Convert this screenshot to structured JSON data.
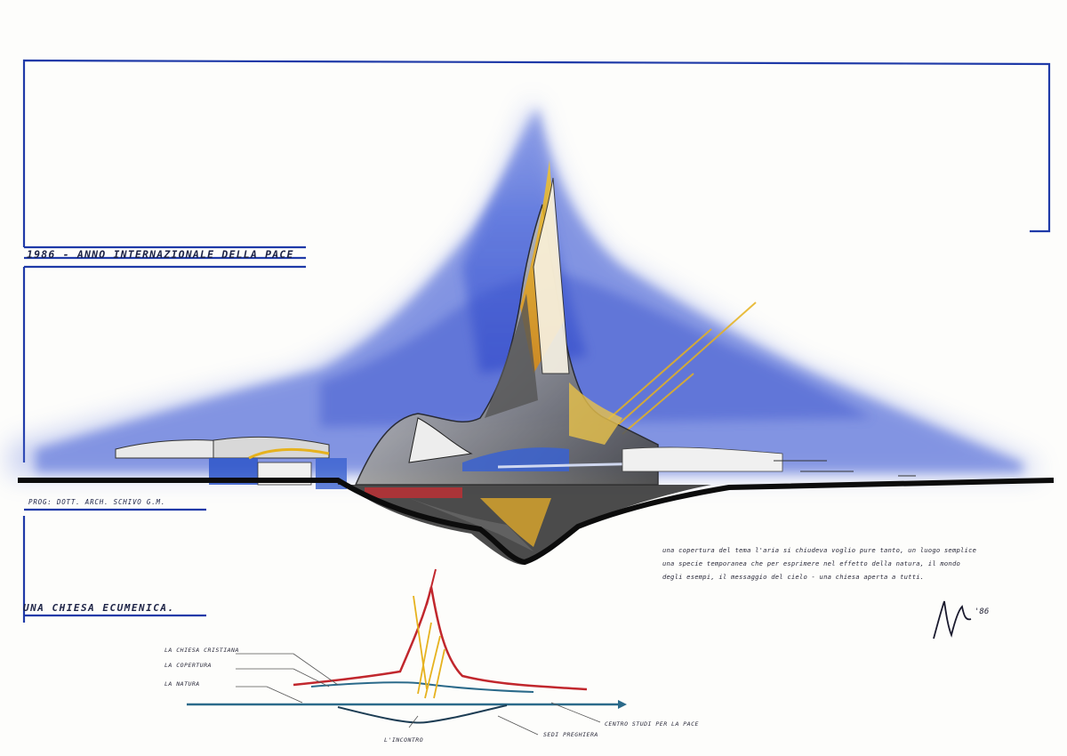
{
  "sheet": {
    "title": "1986 - ANNO INTERNAZIONALE DELLA PACE",
    "credit": "PROG: DOTT. ARCH. SCHIVO G.M.",
    "subtitle": "UNA CHIESA ECUMENICA.",
    "note_lines": [
      "una copertura del tema l'aria si chiudeva voglio pure tanto, un luogo semplice",
      "una specie temporanea che per esprimere nel effetto della natura, il mondo",
      "degli esempi, il messaggio del cielo - una chiesa aperta a tutti."
    ],
    "signature_mark": "'86"
  },
  "diagram_labels": {
    "christian_church": "LA CHIESA CRISTIANA",
    "roof": "LA COPERTURA",
    "nature": "LA NATURA",
    "meeting": "L'INCONTRO",
    "prayer_rooms": "SEDI PREGHIERA",
    "peace_center": "CENTRO STUDI PER LA PACE"
  },
  "colors": {
    "frame_blue": "#1f3aa8",
    "watercolor_blue": "#4a63d6",
    "ground_black": "#0c0c0c",
    "accent_yellow": "#e6b21e",
    "accent_red": "#c1272d",
    "accent_teal": "#2b6a8a"
  }
}
